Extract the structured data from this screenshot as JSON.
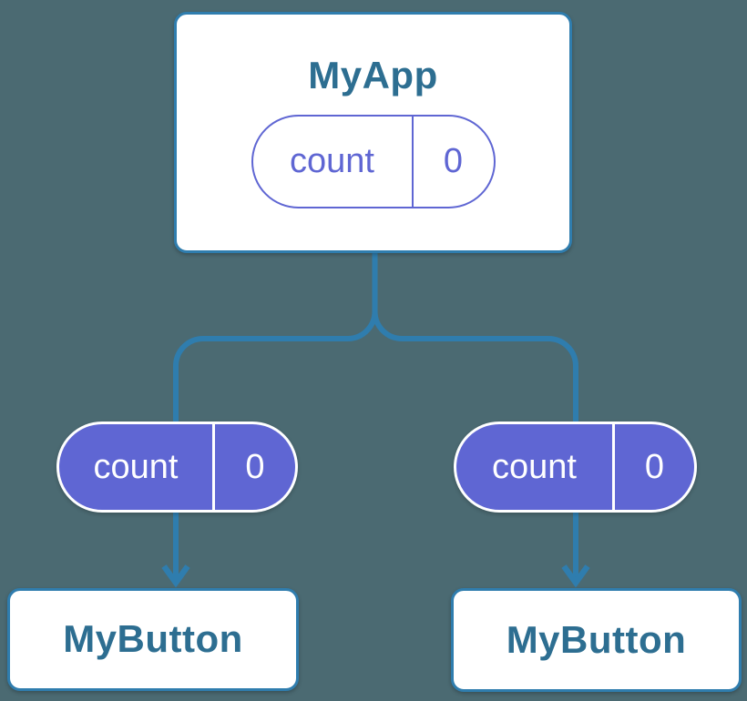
{
  "diagram": {
    "description": "React component tree showing duplicated state in children",
    "root": {
      "title": "MyApp",
      "state": {
        "label": "count",
        "value": "0"
      }
    },
    "children": [
      {
        "title": "MyButton",
        "state": {
          "label": "count",
          "value": "0"
        }
      },
      {
        "title": "MyButton",
        "state": {
          "label": "count",
          "value": "0"
        }
      }
    ],
    "connectors": {
      "type": "forked-tree",
      "arrowheads": "down",
      "from": "MyApp",
      "to": [
        "MyButton (left)",
        "MyButton (right)"
      ]
    },
    "colors": {
      "background": "#4b6a72",
      "connector_blue": "#2f7dae",
      "node_border": "#2f7dae",
      "node_fill": "#ffffff",
      "title_text": "#2d6e91",
      "state_purple": "#5f66d3",
      "filled_pill_text": "#ffffff"
    }
  }
}
